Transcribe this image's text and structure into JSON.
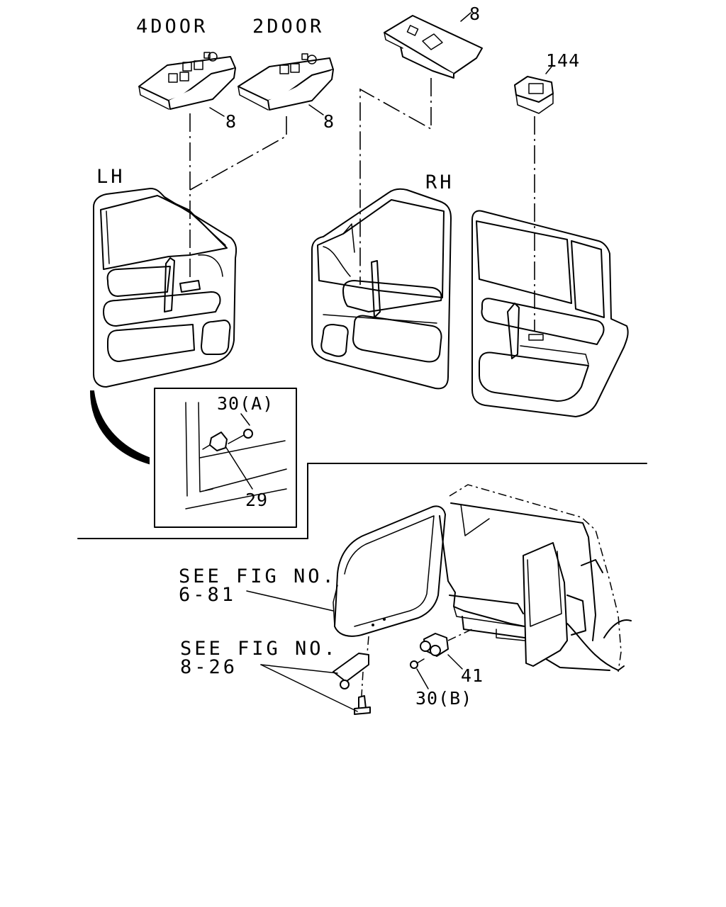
{
  "labels": {
    "four_door": "4DOOR",
    "two_door": "2DOOR",
    "part_8_a": "8",
    "part_8_b": "8",
    "part_8_c": "8",
    "part_144": "144",
    "lh": "LH",
    "rh": "RH",
    "part_30a": "30(A)",
    "part_29": "29",
    "see_fig_1_line1": "SEE FIG NO.",
    "see_fig_1_line2": "6-81",
    "see_fig_2_line1": "SEE FIG NO.",
    "see_fig_2_line2": "8-26",
    "part_41": "41",
    "part_30b": "30(B)"
  }
}
